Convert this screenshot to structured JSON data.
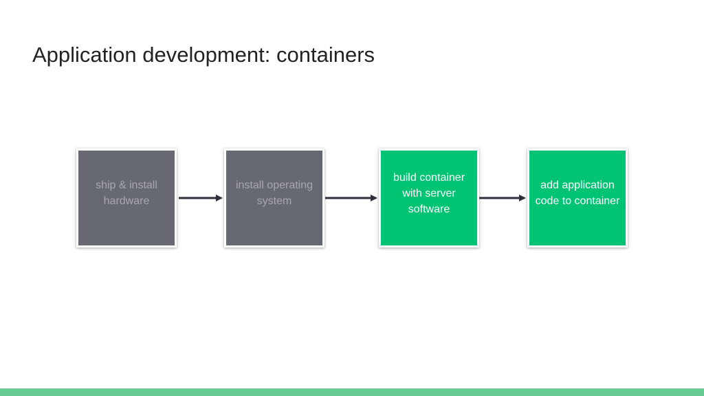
{
  "title": "Application development: containers",
  "steps": [
    {
      "label": "ship & install hardware",
      "color": "#676972",
      "text_color": "#a6a8ae"
    },
    {
      "label": "install operating system",
      "color": "#676972",
      "text_color": "#a6a8ae"
    },
    {
      "label": "build container with server software",
      "color": "#00c473",
      "text_color": "#ffffff"
    },
    {
      "label": "add application code to container",
      "color": "#00c473",
      "text_color": "#ffffff"
    }
  ],
  "arrow_color": "#2e2f3a",
  "footer_color": "#66cc91"
}
